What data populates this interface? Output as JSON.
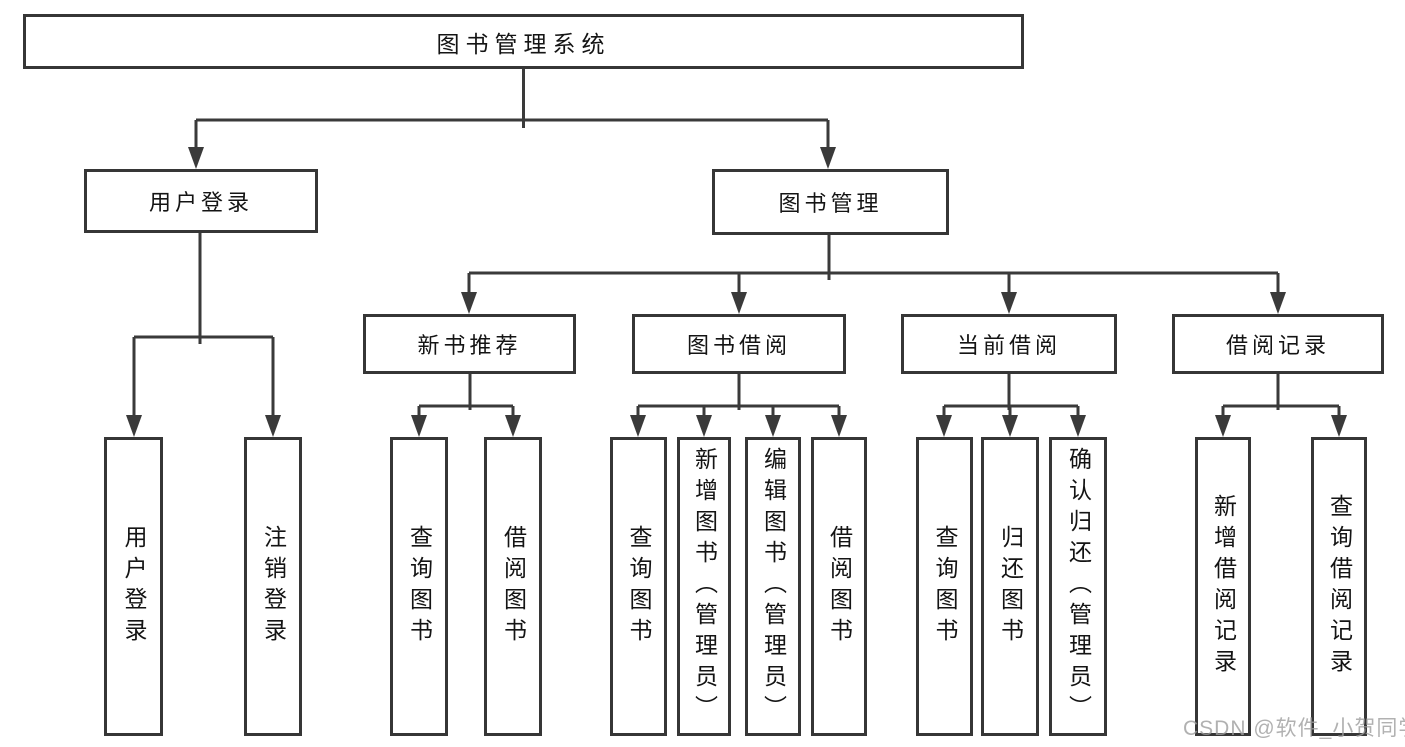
{
  "colors": {
    "line": "#3a3a3a",
    "box_border": "#363636",
    "box_fill": "#ffffff",
    "text": "#141414",
    "watermark": "#9e9e9e"
  },
  "tree": {
    "root": {
      "label": "图书管理系统"
    },
    "children": [
      {
        "label": "用户登录",
        "children": [
          {
            "label": "用户登录"
          },
          {
            "label": "注销登录"
          }
        ]
      },
      {
        "label": "图书管理",
        "children": [
          {
            "label": "新书推荐",
            "children": [
              {
                "label": "查询图书"
              },
              {
                "label": "借阅图书"
              }
            ]
          },
          {
            "label": "图书借阅",
            "children": [
              {
                "label": "查询图书"
              },
              {
                "label": "新增图书（管理员）"
              },
              {
                "label": "编辑图书（管理员）"
              },
              {
                "label": "借阅图书"
              }
            ]
          },
          {
            "label": "当前借阅",
            "children": [
              {
                "label": "查询图书"
              },
              {
                "label": "归还图书"
              },
              {
                "label": "确认归还（管理员）"
              }
            ]
          },
          {
            "label": "借阅记录",
            "children": [
              {
                "label": "新增借阅记录"
              },
              {
                "label": "查询借阅记录"
              }
            ]
          }
        ]
      }
    ]
  },
  "watermark": {
    "text": "CSDN @软件_小贺同学"
  }
}
